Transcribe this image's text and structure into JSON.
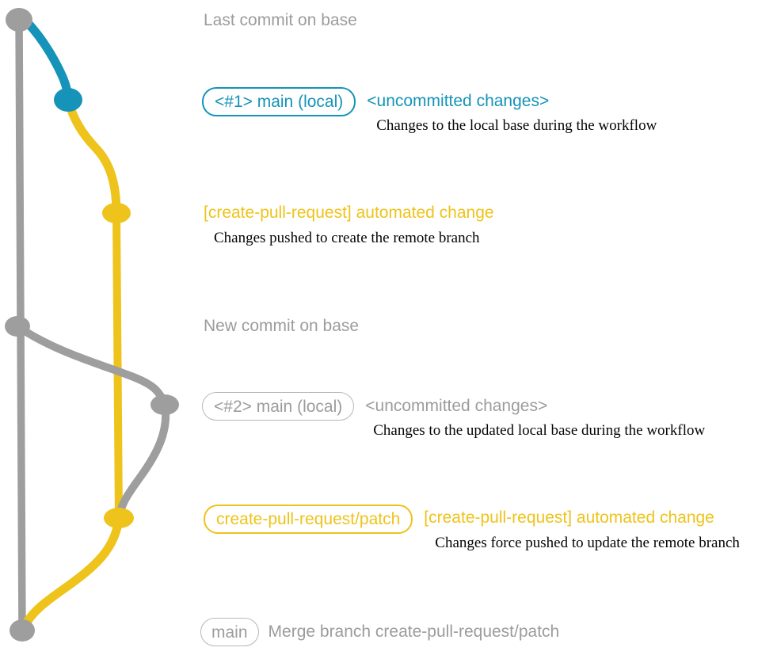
{
  "colors": {
    "base_gray": "#9e9e9e",
    "branch_blue": "#1593b8",
    "branch_yellow": "#eec31b",
    "text_gray": "#9c9c9c",
    "caption_black": "#050505",
    "badge_border_gray": "#b7b7b7"
  },
  "graph": {
    "type": "git-branch-diagram",
    "branches": [
      {
        "name": "base",
        "color": "#9e9e9e"
      },
      {
        "name": "local-main-1",
        "color": "#1593b8"
      },
      {
        "name": "create-pull-request-patch",
        "color": "#eec31b"
      },
      {
        "name": "local-main-2",
        "color": "#9e9e9e"
      }
    ],
    "commits": [
      {
        "id": "last-commit-on-base",
        "color": "#9e9e9e"
      },
      {
        "id": "uncommitted-changes-1",
        "color": "#1593b8"
      },
      {
        "id": "automated-change-1",
        "color": "#eec31b"
      },
      {
        "id": "new-commit-on-base",
        "color": "#9e9e9e"
      },
      {
        "id": "uncommitted-changes-2",
        "color": "#9e9e9e"
      },
      {
        "id": "automated-change-2",
        "color": "#eec31b"
      },
      {
        "id": "merge-commit",
        "color": "#9e9e9e"
      }
    ]
  },
  "annotations": {
    "last_commit_label": "Last commit on base",
    "row1_badge": "<#1> main (local)",
    "row1_title": "<uncommitted changes>",
    "row1_caption": "Changes to the local base during the workflow",
    "row2_title": "[create-pull-request] automated change",
    "row2_caption": "Changes pushed to create the remote branch",
    "new_commit_label": "New commit on base",
    "row3_badge": "<#2> main (local)",
    "row3_title": "<uncommitted changes>",
    "row3_caption": "Changes to the updated local base during the workflow",
    "row4_badge": "create-pull-request/patch",
    "row4_title": "[create-pull-request] automated change",
    "row4_caption": "Changes force pushed to update the remote branch",
    "row5_badge": "main",
    "row5_title": "Merge branch create-pull-request/patch"
  }
}
